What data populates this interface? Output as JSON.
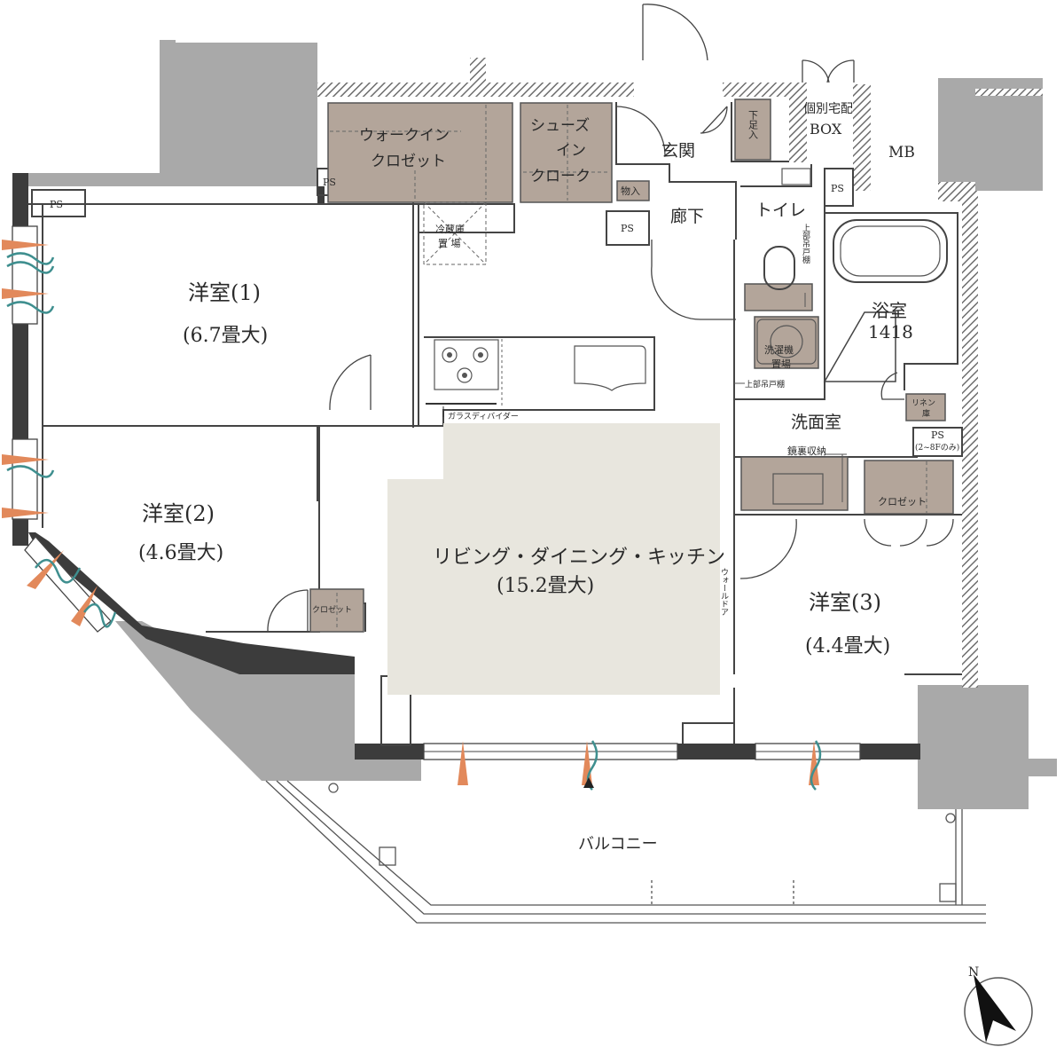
{
  "rooms": {
    "western1": {
      "name": "洋室(1)",
      "size": "(6.7畳大)"
    },
    "western2": {
      "name": "洋室(2)",
      "size": "(4.6畳大)"
    },
    "western3": {
      "name": "洋室(3)",
      "size": "(4.4畳大)"
    },
    "ldk": {
      "name": "リビング・ダイニング・キッチン",
      "size": "(15.2畳大)"
    },
    "walkin": {
      "line1": "ウォークイン",
      "line2": "クロゼット"
    },
    "shoes": {
      "line1": "シューズ",
      "line2": "イン",
      "line3": "クローク"
    },
    "entrance": "玄関",
    "hallway": "廊下",
    "toilet": "トイレ",
    "bath": {
      "name": "浴室",
      "code": "1418"
    },
    "washroom": "洗面室",
    "balcony": "バルコニー",
    "mb": "MB",
    "deliverybox": {
      "line1": "個別宅配",
      "line2": "BOX"
    }
  },
  "labels": {
    "ps": "PS",
    "ps_note": "PS",
    "ps_note2": "(2~8Fのみ)",
    "storage": "物入",
    "closet": "クロゼット",
    "closet_small": "クロゼット",
    "fridge1": "冷蔵庫",
    "fridge2": "置 場",
    "washer1": "洗濯機",
    "washer2": "置場",
    "glass_divider": "ガラスディバイダー",
    "upper_cabinet": "上部吊戸棚",
    "upper_cabinet_v": "上部吊戸棚",
    "mirror_storage": "鏡裏収納",
    "linen1": "リネン",
    "linen2": "庫",
    "shoebox": "下足入",
    "wall_door": "ウォールドア"
  },
  "compass": {
    "north": "N"
  },
  "colors": {
    "wall": "#3c3c3c",
    "closet": "#b3a59a",
    "ldk_floor": "#e8e6de",
    "hatch": "#7a7a7a",
    "gray_slab": "#a9a9a9",
    "window_orange": "#e2895b",
    "window_teal": "#3f8f8f"
  }
}
